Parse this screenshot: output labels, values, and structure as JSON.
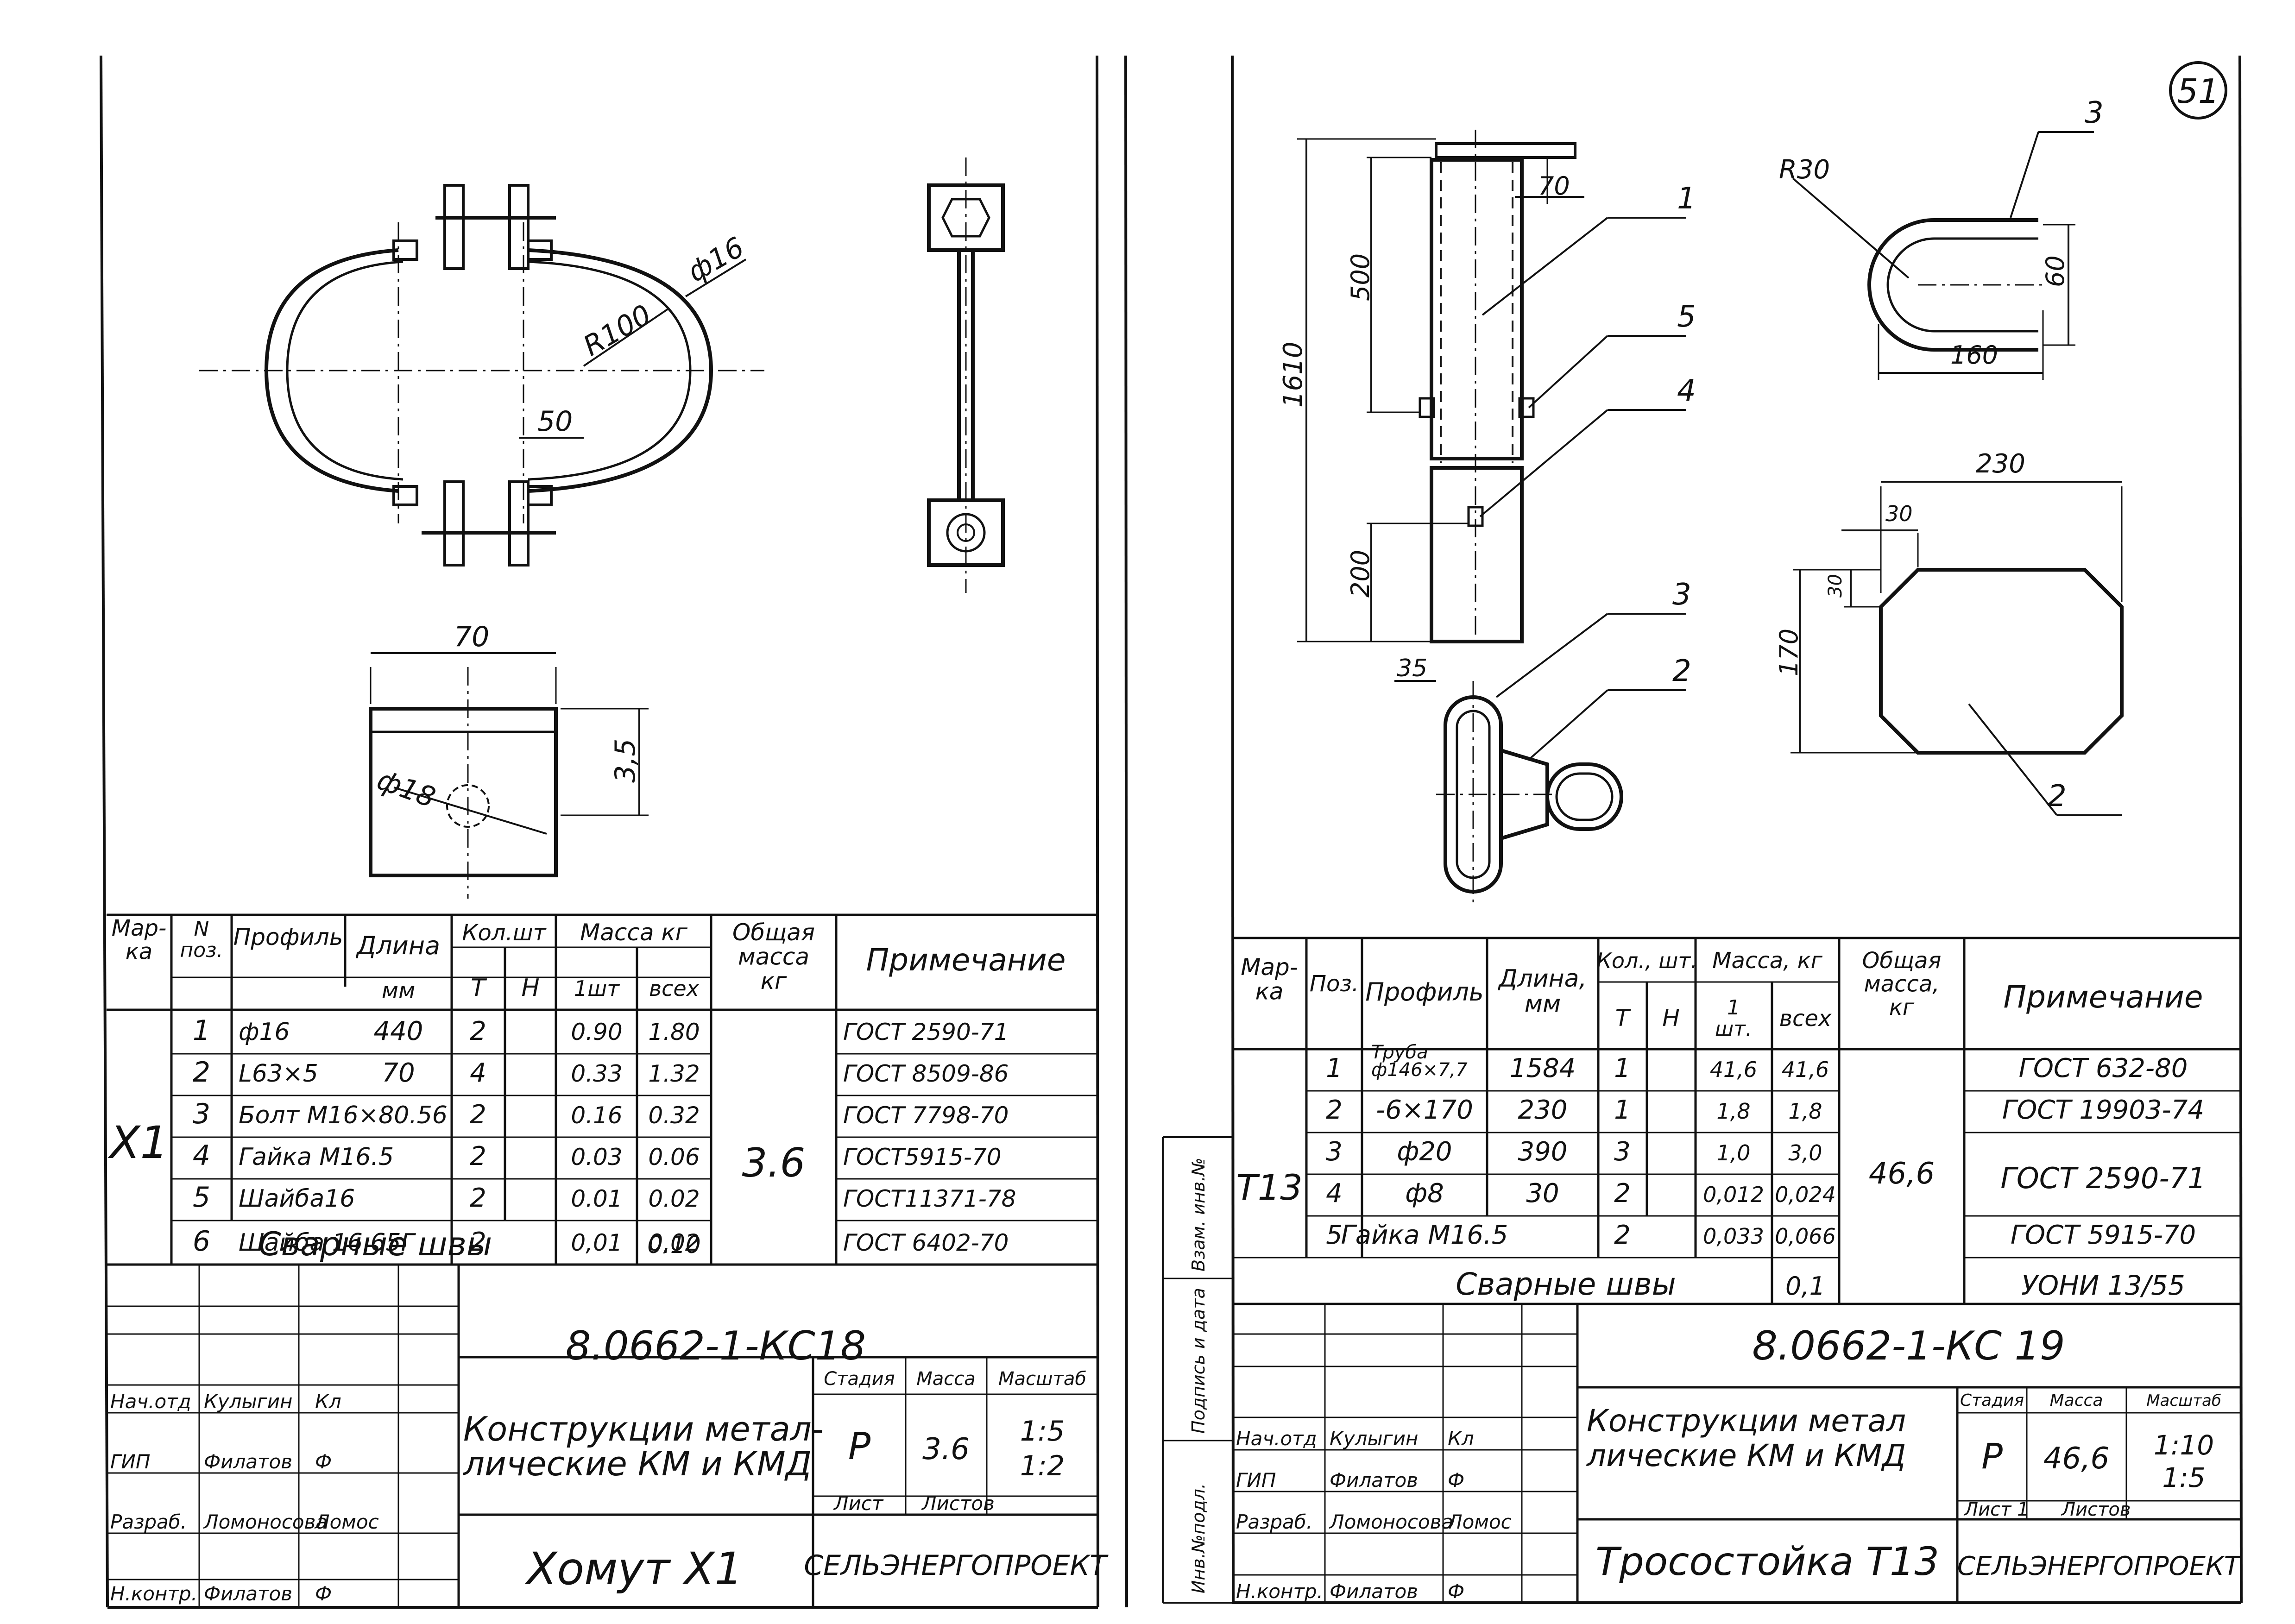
{
  "page_number": "51",
  "left": {
    "drawing": {
      "d16": "ф16",
      "r100": "R100",
      "d50": "50",
      "d70": "70",
      "d18": "ф18",
      "d35": "3,5"
    },
    "headers": {
      "marka": "Мар-\nка",
      "pos": "N\nпоз.",
      "profile": "Профиль",
      "length": "Длина",
      "mm": "мм",
      "qty": "Кол.шт",
      "t": "Т",
      "n": "Н",
      "mass": "Масса кг",
      "one": "1шт",
      "all": "всех",
      "total": "Общая\nмасса\nкг",
      "note": "Примечание"
    },
    "mark": "Х1",
    "total_mass": "3.6",
    "rows": [
      {
        "pos": "1",
        "profile": "ф16",
        "length": "440",
        "t": "2",
        "one": "0.90",
        "all": "1.80",
        "note": "ГОСТ 2590-71"
      },
      {
        "pos": "2",
        "profile": "L63×5",
        "length": "70",
        "t": "4",
        "one": "0.33",
        "all": "1.32",
        "note": "ГОСТ 8509-86"
      },
      {
        "pos": "3",
        "profile": "Болт М16×80.56",
        "length": "",
        "t": "2",
        "one": "0.16",
        "all": "0.32",
        "note": "ГОСТ 7798-70"
      },
      {
        "pos": "4",
        "profile": "Гайка М16.5",
        "length": "",
        "t": "2",
        "one": "0.03",
        "all": "0.06",
        "note": "ГОСТ5915-70"
      },
      {
        "pos": "5",
        "profile": "Шайба16",
        "length": "",
        "t": "2",
        "one": "0.01",
        "all": "0.02",
        "note": "ГОСТ11371-78"
      },
      {
        "pos": "6",
        "profile": "Шайба 16.65Г",
        "length": "",
        "t": "2",
        "one": "0,01",
        "all": "0,02",
        "note": "ГОСТ 6402-70"
      }
    ],
    "welds_label": "Сварные швы",
    "welds_mass": "0.10",
    "title_block": {
      "code": "8.0662-1-КС18",
      "roles": [
        "Нач.отд",
        "ГИП",
        "Разраб.",
        "Н.контр."
      ],
      "names": [
        "Кулыгин",
        "Филатов",
        "Ломоносова",
        "Филатов"
      ],
      "signs": [
        "Кл",
        "Ф",
        "Ломос",
        "Ф"
      ],
      "desc": "Конструкции метал-\nлические КМ и КМД",
      "stage_h": "Стадия",
      "mass_h": "Масса",
      "scale_h": "Масштаб",
      "stage": "Р",
      "mass": "3.6",
      "scale": "1:5\n1:2",
      "sheet": "Лист",
      "sheets": "Листов",
      "name": "Хомут Х1",
      "org": "СЕЛЬЭНЕРГОПРОЕКТ"
    }
  },
  "right": {
    "drawing": {
      "d70": "70",
      "d500": "500",
      "d1610": "1610",
      "d200": "200",
      "d35": "35",
      "c1": "1",
      "c5": "5",
      "c4": "4",
      "c3": "3",
      "c2": "2",
      "r30": "R30",
      "d60": "60",
      "d160": "160",
      "c3b": "3",
      "d230": "230",
      "d30a": "30",
      "d30b": "30",
      "d170": "170",
      "c2b": "2"
    },
    "headers": {
      "marka": "Мар-\nка",
      "pos": "Поз.",
      "profile": "Профиль",
      "length": "Длина,\nмм",
      "qty": "Кол., шт.",
      "t": "Т",
      "n": "Н",
      "mass": "Масса, кг",
      "one": "1\nшт.",
      "all": "всех",
      "total": "Общая\nмасса,\nкг",
      "note": "Примечание"
    },
    "mark": "Т13",
    "total_mass": "46,6",
    "rows": [
      {
        "pos": "1",
        "profile": "Труба\nф146×7,7",
        "length": "1584",
        "t": "1",
        "one": "41,6",
        "all": "41,6",
        "note": "ГОСТ 632-80"
      },
      {
        "pos": "2",
        "profile": "-6×170",
        "length": "230",
        "t": "1",
        "one": "1,8",
        "all": "1,8",
        "note": "ГОСТ 19903-74"
      },
      {
        "pos": "3",
        "profile": "ф20",
        "length": "390",
        "t": "3",
        "one": "1,0",
        "all": "3,0",
        "note": ""
      },
      {
        "pos": "4",
        "profile": "ф8",
        "length": "30",
        "t": "2",
        "one": "0,012",
        "all": "0,024",
        "note": ""
      },
      {
        "pos": "5",
        "profile": "Гайка М16.5",
        "length": "",
        "t": "2",
        "one": "0,033",
        "all": "0,066",
        "note": "ГОСТ 5915-70"
      }
    ],
    "note_merged": "ГОСТ 2590-71",
    "welds_label": "Сварные швы",
    "welds_mass": "0,1",
    "welds_note": "УОНИ 13/55",
    "side_labels": [
      "Инв.№подл.",
      "Подпись и дата",
      "Взам. инв.№"
    ],
    "title_block": {
      "code": "8.0662-1-КС 19",
      "roles": [
        "Нач.отд",
        "ГИП",
        "Разраб.",
        "Н.контр."
      ],
      "names": [
        "Кулыгин",
        "Филатов",
        "Ломоносова",
        "Филатов"
      ],
      "signs": [
        "Кл",
        "Ф",
        "Ломос",
        "Ф"
      ],
      "desc": "Конструкции метал\nлические КМ и КМД",
      "stage_h": "Стадия",
      "mass_h": "Масса",
      "scale_h": "Масштаб",
      "stage": "Р",
      "mass": "46,6",
      "scale": "1:10\n1:5",
      "sheet": "Лист 1",
      "sheets": "Листов",
      "name": "Тросостойка Т13",
      "org": "СЕЛЬЭНЕРГОПРОЕКТ"
    }
  }
}
